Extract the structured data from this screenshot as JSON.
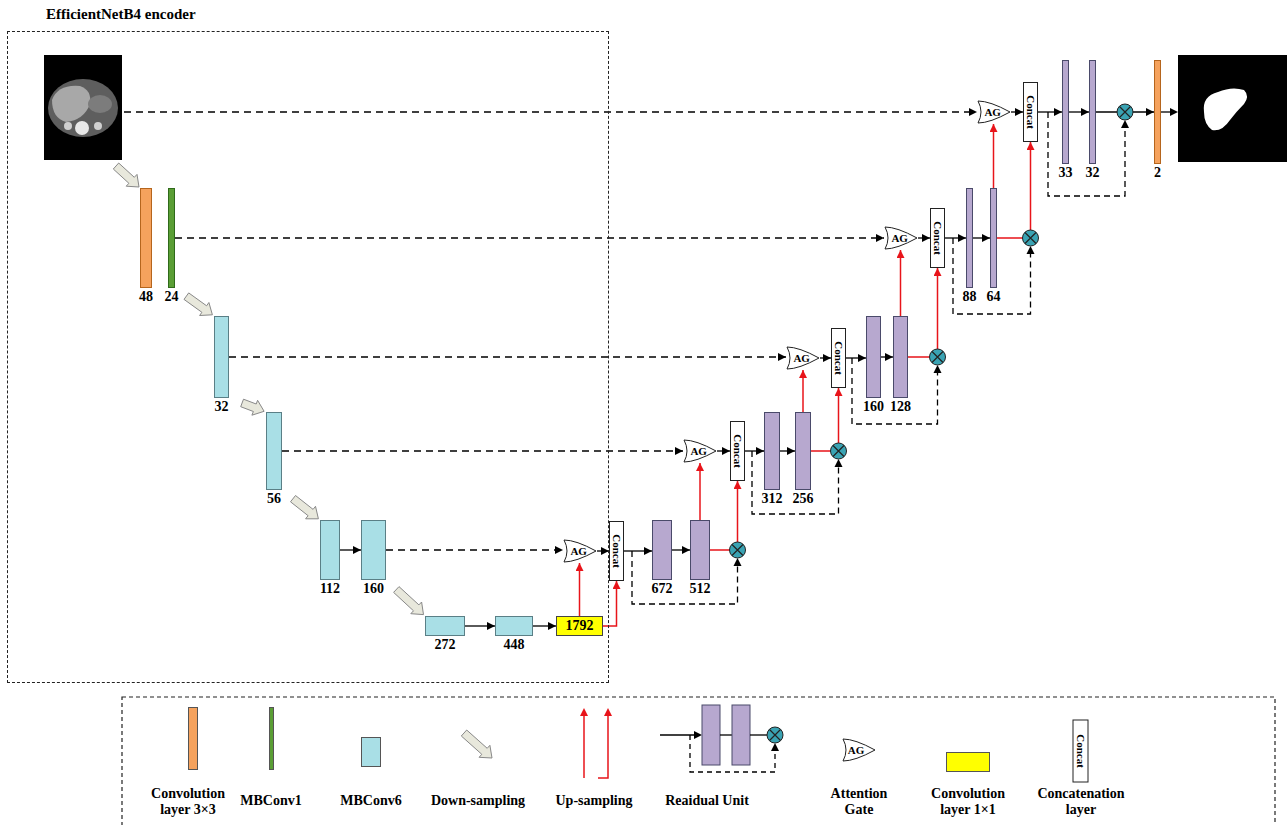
{
  "diagram": {
    "nodes": [
      {
        "text": [
          "EfficientNetB4 encoder"
        ]
      },
      {
        "text": [
          "48"
        ],
        "in": 0
      },
      {
        "text": [
          "24"
        ],
        "in": 0
      },
      {
        "text": [
          "32"
        ],
        "in": 0
      },
      {
        "text": [
          "56"
        ],
        "in": 0
      },
      {
        "text": [
          "112"
        ],
        "in": 0
      },
      {
        "text": [
          "160"
        ],
        "in": 0
      },
      {
        "text": [
          "272"
        ],
        "in": 0
      },
      {
        "text": [
          "448"
        ],
        "in": 0
      },
      {
        "text": [
          "1792"
        ],
        "in": 0
      },
      {
        "text": [
          "AG"
        ],
        "in": 0
      },
      {
        "text": [
          "Concat"
        ]
      },
      {
        "text": [
          "672"
        ]
      },
      {
        "text": [
          "512"
        ]
      },
      {
        "text": [
          "AG"
        ]
      },
      {
        "text": [
          "Concat"
        ]
      },
      {
        "text": [
          "312"
        ]
      },
      {
        "text": [
          "256"
        ]
      },
      {
        "text": [
          "AG"
        ]
      },
      {
        "text": [
          "Concat"
        ]
      },
      {
        "text": [
          "160"
        ]
      },
      {
        "text": [
          "128"
        ]
      },
      {
        "text": [
          "AG"
        ]
      },
      {
        "text": [
          "Concat"
        ]
      },
      {
        "text": [
          "88"
        ]
      },
      {
        "text": [
          "64"
        ]
      },
      {
        "text": [
          "AG"
        ]
      },
      {
        "text": [
          "Concat"
        ]
      },
      {
        "text": [
          "33"
        ]
      },
      {
        "text": [
          "32"
        ]
      },
      {
        "text": [
          "2"
        ]
      }
    ],
    "edges": [
      {
        "from": 2,
        "to": 3,
        "arrow": "to"
      },
      {
        "from": 3,
        "to": 4,
        "arrow": "to"
      },
      {
        "from": 4,
        "to": 5,
        "arrow": "to"
      },
      {
        "from": 5,
        "to": 6,
        "arrow": "to"
      },
      {
        "from": 6,
        "to": 7,
        "arrow": "to"
      },
      {
        "from": 7,
        "to": 8,
        "arrow": "to"
      },
      {
        "from": 8,
        "to": 9,
        "arrow": "to"
      },
      {
        "from": 6,
        "to": 10,
        "arrow": "to"
      },
      {
        "from": 9,
        "to": 10,
        "arrow": "to"
      },
      {
        "from": 9,
        "to": 11,
        "arrow": "to"
      },
      {
        "from": 10,
        "to": 11,
        "arrow": "to"
      },
      {
        "from": 11,
        "to": 12,
        "arrow": "to"
      },
      {
        "from": 12,
        "to": 13,
        "arrow": "to"
      },
      {
        "from": 4,
        "to": 14,
        "arrow": "to"
      },
      {
        "from": 13,
        "to": 14,
        "arrow": "to"
      },
      {
        "from": 13,
        "to": 15,
        "arrow": "to"
      },
      {
        "from": 14,
        "to": 15,
        "arrow": "to"
      },
      {
        "from": 15,
        "to": 16,
        "arrow": "to"
      },
      {
        "from": 16,
        "to": 17,
        "arrow": "to"
      },
      {
        "from": 3,
        "to": 18,
        "arrow": "to"
      },
      {
        "from": 17,
        "to": 18,
        "arrow": "to"
      },
      {
        "from": 17,
        "to": 19,
        "arrow": "to"
      },
      {
        "from": 18,
        "to": 19,
        "arrow": "to"
      },
      {
        "from": 19,
        "to": 20,
        "arrow": "to"
      },
      {
        "from": 20,
        "to": 21,
        "arrow": "to"
      },
      {
        "from": 2,
        "to": 22,
        "arrow": "to"
      },
      {
        "from": 21,
        "to": 22,
        "arrow": "to"
      },
      {
        "from": 21,
        "to": 23,
        "arrow": "to"
      },
      {
        "from": 22,
        "to": 23,
        "arrow": "to"
      },
      {
        "from": 23,
        "to": 24,
        "arrow": "to"
      },
      {
        "from": 24,
        "to": 25,
        "arrow": "to"
      },
      {
        "from": 25,
        "to": 26,
        "arrow": "to"
      },
      {
        "from": 25,
        "to": 27,
        "arrow": "to"
      },
      {
        "from": 26,
        "to": 27,
        "arrow": "to"
      },
      {
        "from": 27,
        "to": 28,
        "arrow": "to"
      },
      {
        "from": 28,
        "to": 29,
        "arrow": "to"
      },
      {
        "from": 29,
        "to": 30,
        "arrow": "to"
      }
    ],
    "labels": [
      "AG",
      "Concat"
    ],
    "legend": [
      {
        "text": "Convolution layer 3×3",
        "color": "#f5a25d"
      },
      {
        "text": "MBConv1",
        "color": "#5a9e35"
      },
      {
        "text": "MBConv6",
        "color": "#a9dfe6"
      },
      {
        "text": "Down-sampling"
      },
      {
        "text": "Up-sampling"
      },
      {
        "text": "Reaidual Unit"
      },
      {
        "text": "Attention Gate"
      },
      {
        "text": "Convolution layer 1×1",
        "color": "#ffff00"
      },
      {
        "text": "Concatenation layer"
      }
    ]
  }
}
